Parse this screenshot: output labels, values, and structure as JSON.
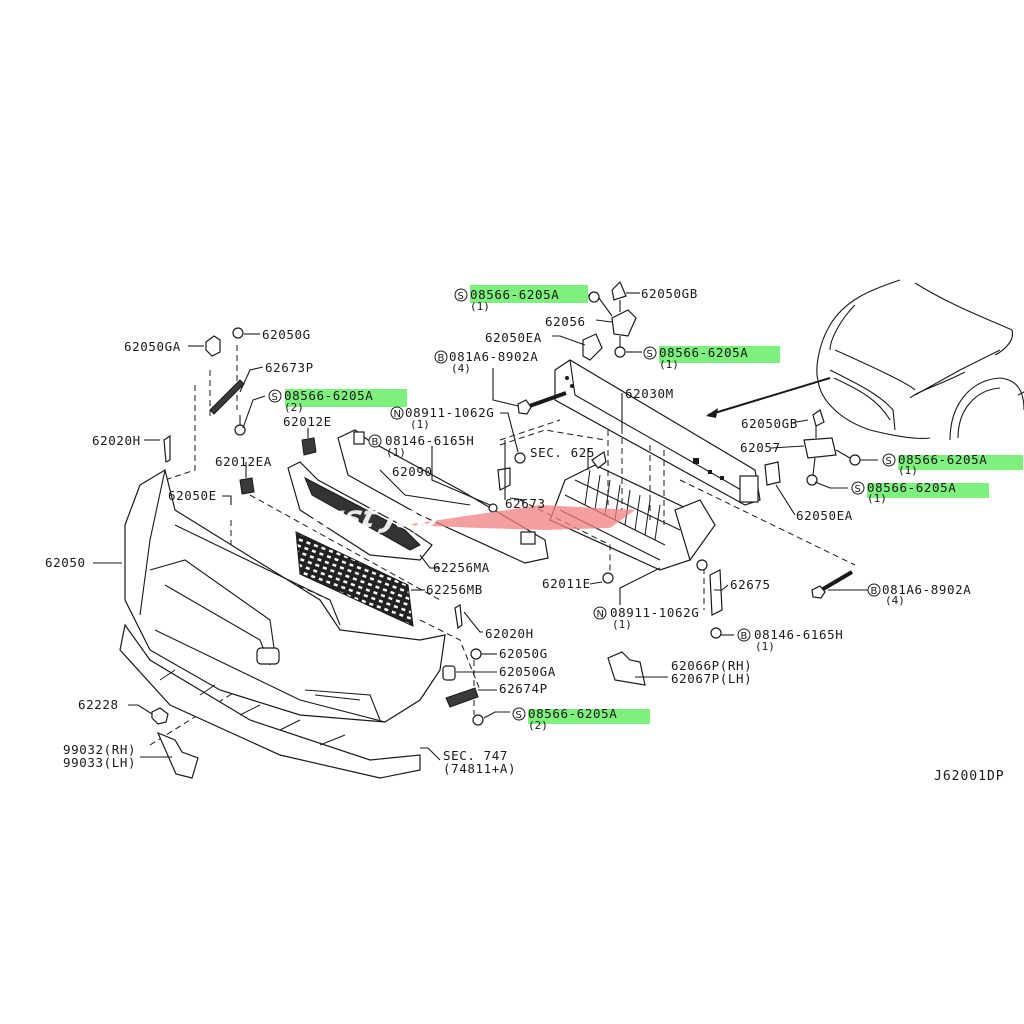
{
  "diagram": {
    "title": "Front Bumper Parts Diagram",
    "diagram_code": "J62001DP",
    "highlight_color": "#7ef07e",
    "watermark": "Just Jap",
    "section_refs": [
      {
        "id": "sec625",
        "label": "SEC. 625"
      },
      {
        "id": "sec747",
        "label": "SEC. 747",
        "sub": "(74811+A)"
      }
    ],
    "callouts": [
      {
        "id": "c1",
        "prefix": "S",
        "part": "08566-6205A",
        "qty": "(1)",
        "highlighted": true
      },
      {
        "id": "c2",
        "prefix": "",
        "part": "62050GB",
        "qty": "",
        "highlighted": false
      },
      {
        "id": "c3",
        "prefix": "",
        "part": "62056",
        "qty": "",
        "highlighted": false
      },
      {
        "id": "c4",
        "prefix": "",
        "part": "62050EA",
        "qty": "",
        "highlighted": false
      },
      {
        "id": "c5",
        "prefix": "S",
        "part": "08566-6205A",
        "qty": "(1)",
        "highlighted": true
      },
      {
        "id": "c6",
        "prefix": "B",
        "part": "081A6-8902A",
        "qty": "(4)",
        "highlighted": false
      },
      {
        "id": "c7",
        "prefix": "",
        "part": "62050GA",
        "qty": "",
        "highlighted": false
      },
      {
        "id": "c8",
        "prefix": "",
        "part": "62050G",
        "qty": "",
        "highlighted": false
      },
      {
        "id": "c9",
        "prefix": "",
        "part": "62673P",
        "qty": "",
        "highlighted": false
      },
      {
        "id": "c10",
        "prefix": "S",
        "part": "08566-6205A",
        "qty": "(2)",
        "highlighted": true
      },
      {
        "id": "c11",
        "prefix": "N",
        "part": "08911-1062G",
        "qty": "(1)",
        "highlighted": false
      },
      {
        "id": "c12",
        "prefix": "",
        "part": "62030M",
        "qty": "",
        "highlighted": false
      },
      {
        "id": "c13",
        "prefix": "",
        "part": "62020H",
        "qty": "",
        "highlighted": false
      },
      {
        "id": "c14",
        "prefix": "",
        "part": "62012E",
        "qty": "",
        "highlighted": false
      },
      {
        "id": "c15",
        "prefix": "B",
        "part": "08146-6165H",
        "qty": "(1)",
        "highlighted": false
      },
      {
        "id": "c16",
        "prefix": "",
        "part": "62050GB",
        "qty": "",
        "highlighted": false
      },
      {
        "id": "c17",
        "prefix": "",
        "part": "62057",
        "qty": "",
        "highlighted": false
      },
      {
        "id": "c18",
        "prefix": "S",
        "part": "08566-6205A",
        "qty": "(1)",
        "highlighted": true
      },
      {
        "id": "c19",
        "prefix": "",
        "part": "62012EA",
        "qty": "",
        "highlighted": false
      },
      {
        "id": "c20",
        "prefix": "",
        "part": "62090",
        "qty": "",
        "highlighted": false
      },
      {
        "id": "c21",
        "prefix": "",
        "part": "62673",
        "qty": "",
        "highlighted": false
      },
      {
        "id": "c22",
        "prefix": "S",
        "part": "08566-6205A",
        "qty": "(1)",
        "highlighted": true
      },
      {
        "id": "c23",
        "prefix": "",
        "part": "62050E",
        "qty": "",
        "highlighted": false
      },
      {
        "id": "c24",
        "prefix": "",
        "part": "62050EA",
        "qty": "",
        "highlighted": false
      },
      {
        "id": "c25",
        "prefix": "",
        "part": "62050",
        "qty": "",
        "highlighted": false
      },
      {
        "id": "c26",
        "prefix": "",
        "part": "62256MA",
        "qty": "",
        "highlighted": false
      },
      {
        "id": "c27",
        "prefix": "",
        "part": "62011E",
        "qty": "",
        "highlighted": false
      },
      {
        "id": "c28",
        "prefix": "",
        "part": "62675",
        "qty": "",
        "highlighted": false
      },
      {
        "id": "c29",
        "prefix": "B",
        "part": "081A6-8902A",
        "qty": "(4)",
        "highlighted": false
      },
      {
        "id": "c30",
        "prefix": "",
        "part": "62256MB",
        "qty": "",
        "highlighted": false
      },
      {
        "id": "c31",
        "prefix": "N",
        "part": "08911-1062G",
        "qty": "(1)",
        "highlighted": false
      },
      {
        "id": "c32",
        "prefix": "",
        "part": "62020H",
        "qty": "",
        "highlighted": false
      },
      {
        "id": "c33",
        "prefix": "B",
        "part": "08146-6165H",
        "qty": "(1)",
        "highlighted": false
      },
      {
        "id": "c34",
        "prefix": "",
        "part": "62050G",
        "qty": "",
        "highlighted": false
      },
      {
        "id": "c35",
        "prefix": "",
        "part": "62050GA",
        "qty": "",
        "highlighted": false
      },
      {
        "id": "c36",
        "prefix": "",
        "part": "62066P(RH)",
        "qty": "",
        "highlighted": false
      },
      {
        "id": "c37",
        "prefix": "",
        "part": "62067P(LH)",
        "qty": "",
        "highlighted": false
      },
      {
        "id": "c38",
        "prefix": "",
        "part": "62674P",
        "qty": "",
        "highlighted": false
      },
      {
        "id": "c39",
        "prefix": "",
        "part": "62228",
        "qty": "",
        "highlighted": false
      },
      {
        "id": "c40",
        "prefix": "S",
        "part": "08566-6205A",
        "qty": "(2)",
        "highlighted": true
      },
      {
        "id": "c41",
        "prefix": "",
        "part": "99032(RH)",
        "qty": "",
        "highlighted": false
      },
      {
        "id": "c42",
        "prefix": "",
        "part": "99033(LH)",
        "qty": "",
        "highlighted": false
      }
    ]
  }
}
